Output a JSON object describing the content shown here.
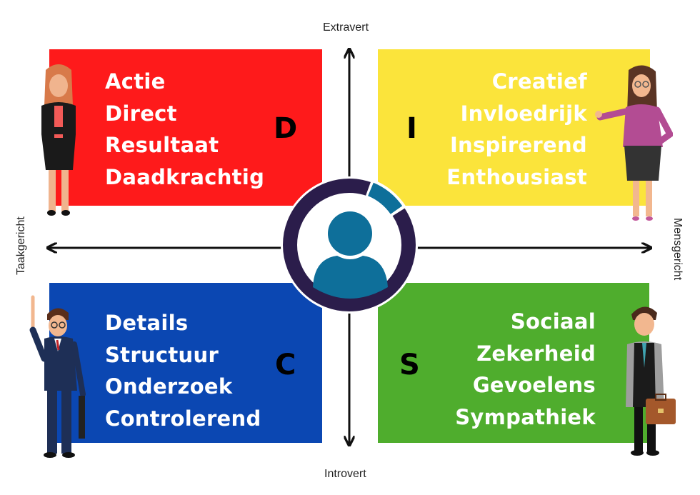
{
  "axes": {
    "top": "Extravert",
    "bottom": "Introvert",
    "left": "Taakgericht",
    "right": "Mensgericht"
  },
  "quadrants": {
    "d": {
      "letter": "D",
      "color": "#fe1a1b",
      "words": [
        "Actie",
        "Direct",
        "Resultaat",
        "Daadkrachtig"
      ]
    },
    "i": {
      "letter": "I",
      "color": "#fbe43b",
      "words": [
        "Creatief",
        "Invloedrijk",
        "Inspirerend",
        "Enthousiast"
      ]
    },
    "c": {
      "letter": "C",
      "color": "#0b47b2",
      "words": [
        "Details",
        "Structuur",
        "Onderzoek",
        "Controlerend"
      ]
    },
    "s": {
      "letter": "S",
      "color": "#4fad2d",
      "words": [
        "Sociaal",
        "Zekerheid",
        "Gevoelens",
        "Sympathiek"
      ]
    }
  },
  "center": {
    "icon": "user-profile-icon",
    "ring_color": "#2b1d4b",
    "accent_color": "#0e6f9a"
  }
}
